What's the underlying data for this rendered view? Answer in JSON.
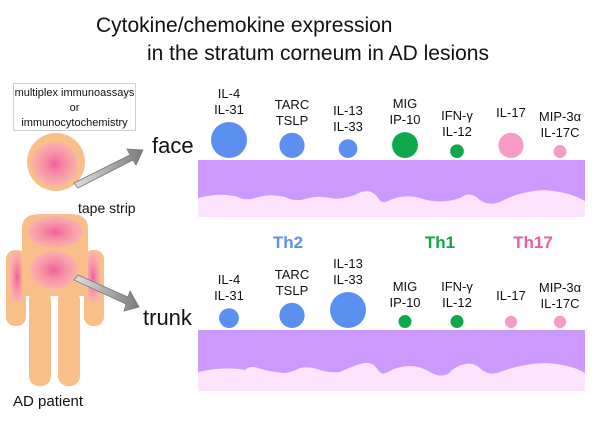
{
  "title": {
    "line1": "Cytokine/chemokine expression",
    "line2": "in the stratum corneum in AD lesions"
  },
  "method_box": {
    "line1": "multiplex immunoassays",
    "line2": "or",
    "line3": "immunocytochemistry"
  },
  "patient": {
    "label": "AD patient",
    "tape_label": "tape strip"
  },
  "sites": {
    "face": "face",
    "trunk": "trunk"
  },
  "groups": [
    {
      "name": "Th2",
      "color": "#5b8ff0"
    },
    {
      "name": "Th1",
      "color": "#0ea84a"
    },
    {
      "name": "Th17",
      "color": "#f25aa8"
    }
  ],
  "colors": {
    "th2": "#5b8ff0",
    "th1": "#0ea84a",
    "th17": "#f79ac6",
    "skin_upper": "#cc99ff",
    "skin_lower": "#fde3fb",
    "body": "#f8c088",
    "inflamed": "#f2609a"
  },
  "face_markers": [
    {
      "l1": "IL-4",
      "l2": "IL-31",
      "group": "th2",
      "relative_size": 1.0
    },
    {
      "l1": "TARC",
      "l2": "TSLP",
      "group": "th2",
      "relative_size": 0.7
    },
    {
      "l1": "IL-13",
      "l2": "IL-33",
      "group": "th2",
      "relative_size": 0.52
    },
    {
      "l1": "MIG",
      "l2": "IP-10",
      "group": "th1",
      "relative_size": 0.72
    },
    {
      "l1": "IFN-γ",
      "l2": "IL-12",
      "group": "th1",
      "relative_size": 0.38
    },
    {
      "l1": "IL-17",
      "l2": "",
      "group": "th17",
      "relative_size": 0.7
    },
    {
      "l1": "MIP-3α",
      "l2": "IL-17C",
      "group": "th17",
      "relative_size": 0.36
    }
  ],
  "trunk_markers": [
    {
      "l1": "IL-4",
      "l2": "IL-31",
      "group": "th2",
      "relative_size": 0.55
    },
    {
      "l1": "TARC",
      "l2": "TSLP",
      "group": "th2",
      "relative_size": 0.7
    },
    {
      "l1": "IL-13",
      "l2": "IL-33",
      "group": "th2",
      "relative_size": 1.0
    },
    {
      "l1": "MIG",
      "l2": "IP-10",
      "group": "th1",
      "relative_size": 0.36
    },
    {
      "l1": "IFN-γ",
      "l2": "IL-12",
      "group": "th1",
      "relative_size": 0.36
    },
    {
      "l1": "IL-17",
      "l2": "",
      "group": "th17",
      "relative_size": 0.34
    },
    {
      "l1": "MIP-3α",
      "l2": "IL-17C",
      "group": "th17",
      "relative_size": 0.34
    }
  ]
}
